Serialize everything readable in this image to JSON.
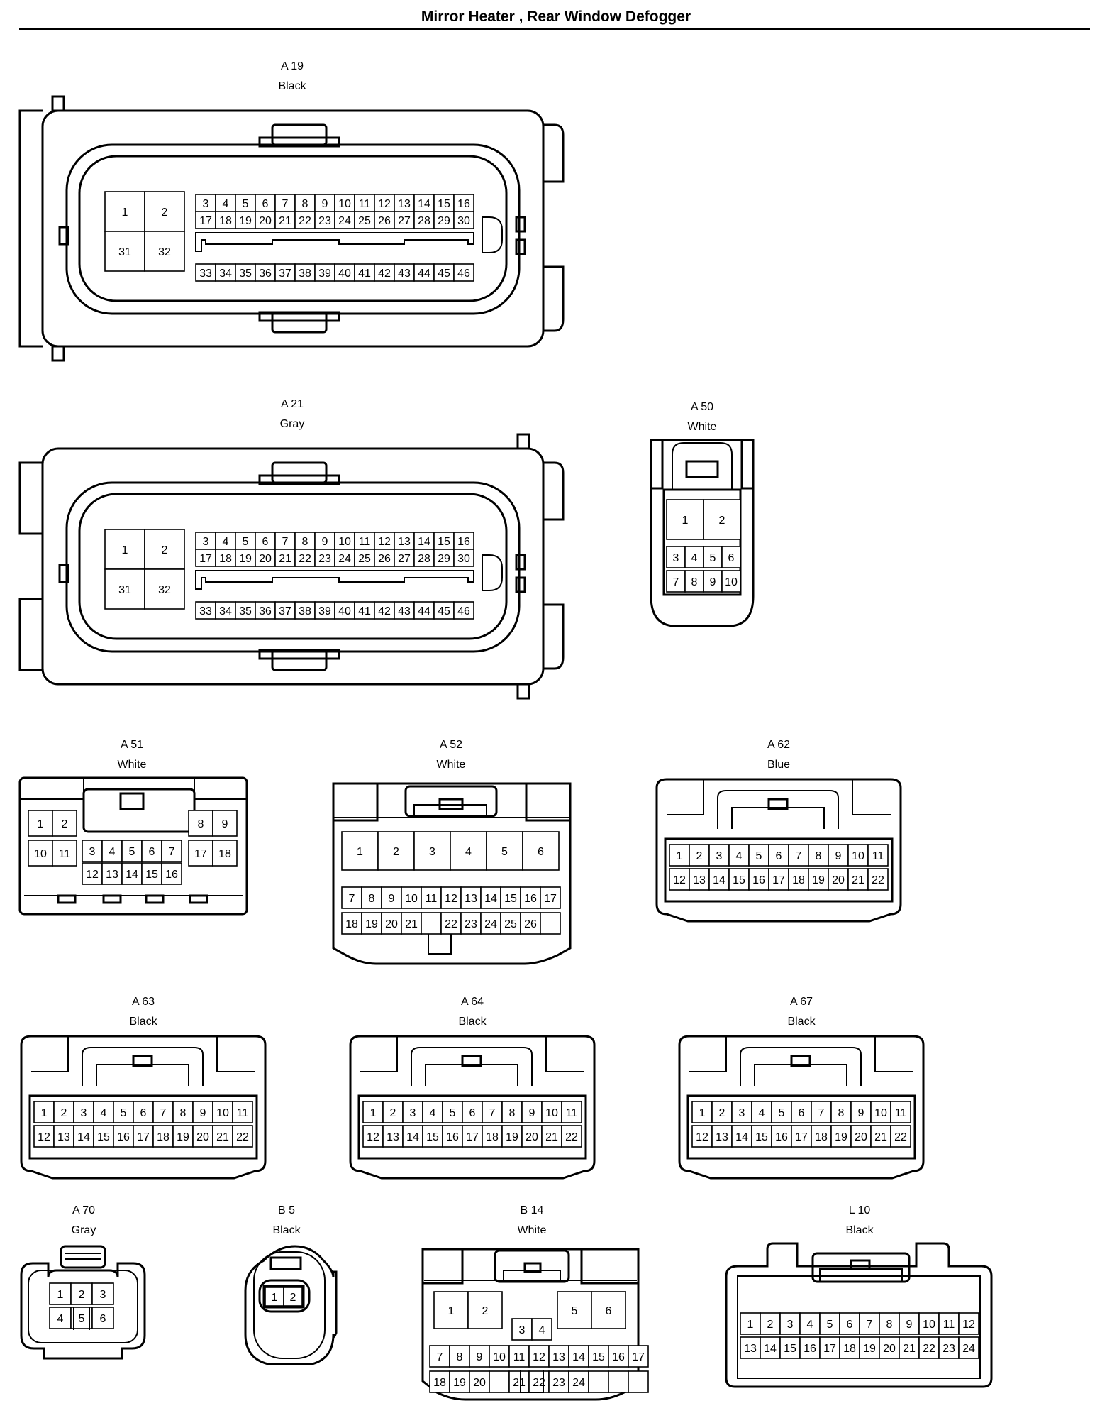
{
  "title": "Mirror Heater , Rear Window Defogger",
  "connectors": [
    {
      "id": "A 19",
      "color": "Black",
      "pins": [
        "1",
        "2",
        "31",
        "32",
        "3",
        "4",
        "5",
        "6",
        "7",
        "8",
        "9",
        "10",
        "11",
        "12",
        "13",
        "14",
        "15",
        "16",
        "17",
        "18",
        "19",
        "20",
        "21",
        "22",
        "23",
        "24",
        "25",
        "26",
        "27",
        "28",
        "29",
        "30",
        "33",
        "34",
        "35",
        "36",
        "37",
        "38",
        "39",
        "40",
        "41",
        "42",
        "43",
        "44",
        "45",
        "46"
      ]
    },
    {
      "id": "A 21",
      "color": "Gray",
      "pins": [
        "1",
        "2",
        "31",
        "32",
        "3",
        "4",
        "5",
        "6",
        "7",
        "8",
        "9",
        "10",
        "11",
        "12",
        "13",
        "14",
        "15",
        "16",
        "17",
        "18",
        "19",
        "20",
        "21",
        "22",
        "23",
        "24",
        "25",
        "26",
        "27",
        "28",
        "29",
        "30",
        "33",
        "34",
        "35",
        "36",
        "37",
        "38",
        "39",
        "40",
        "41",
        "42",
        "43",
        "44",
        "45",
        "46"
      ]
    },
    {
      "id": "A 50",
      "color": "White",
      "pins": [
        "1",
        "2",
        "3",
        "4",
        "5",
        "6",
        "7",
        "8",
        "9",
        "10"
      ]
    },
    {
      "id": "A 51",
      "color": "White",
      "pins": [
        "1",
        "2",
        "10",
        "11",
        "3",
        "4",
        "5",
        "6",
        "7",
        "12",
        "13",
        "14",
        "15",
        "16",
        "8",
        "9",
        "17",
        "18"
      ]
    },
    {
      "id": "A 52",
      "color": "White",
      "pins": [
        "1",
        "2",
        "3",
        "4",
        "5",
        "6",
        "7",
        "8",
        "9",
        "10",
        "11",
        "12",
        "13",
        "14",
        "15",
        "16",
        "17",
        "18",
        "19",
        "20",
        "21",
        "",
        "22",
        "23",
        "24",
        "25",
        "26"
      ]
    },
    {
      "id": "A 62",
      "color": "Blue",
      "pins": [
        "1",
        "2",
        "3",
        "4",
        "5",
        "6",
        "7",
        "8",
        "9",
        "10",
        "11",
        "12",
        "13",
        "14",
        "15",
        "16",
        "17",
        "18",
        "19",
        "20",
        "21",
        "22"
      ]
    },
    {
      "id": "A 63",
      "color": "Black",
      "pins": [
        "1",
        "2",
        "3",
        "4",
        "5",
        "6",
        "7",
        "8",
        "9",
        "10",
        "11",
        "12",
        "13",
        "14",
        "15",
        "16",
        "17",
        "18",
        "19",
        "20",
        "21",
        "22"
      ]
    },
    {
      "id": "A 64",
      "color": "Black",
      "pins": [
        "1",
        "2",
        "3",
        "4",
        "5",
        "6",
        "7",
        "8",
        "9",
        "10",
        "11",
        "12",
        "13",
        "14",
        "15",
        "16",
        "17",
        "18",
        "19",
        "20",
        "21",
        "22"
      ]
    },
    {
      "id": "A 67",
      "color": "Black",
      "pins": [
        "1",
        "2",
        "3",
        "4",
        "5",
        "6",
        "7",
        "8",
        "9",
        "10",
        "11",
        "12",
        "13",
        "14",
        "15",
        "16",
        "17",
        "18",
        "19",
        "20",
        "21",
        "22"
      ]
    },
    {
      "id": "A 70",
      "color": "Gray",
      "pins": [
        "1",
        "2",
        "3",
        "4",
        "5",
        "6"
      ]
    },
    {
      "id": "B 5",
      "color": "Black",
      "pins": [
        "1",
        "2"
      ]
    },
    {
      "id": "B 14",
      "color": "White",
      "pins": [
        "1",
        "2",
        "3",
        "4",
        "5",
        "6",
        "7",
        "8",
        "9",
        "10",
        "11",
        "12",
        "13",
        "14",
        "15",
        "16",
        "17",
        "18",
        "19",
        "20",
        "",
        "21",
        "22",
        "23",
        "24"
      ]
    },
    {
      "id": "L 10",
      "color": "Black",
      "pins": [
        "1",
        "2",
        "3",
        "4",
        "5",
        "6",
        "7",
        "8",
        "9",
        "10",
        "11",
        "12",
        "13",
        "14",
        "15",
        "16",
        "17",
        "18",
        "19",
        "20",
        "21",
        "22",
        "23",
        "24"
      ]
    }
  ]
}
